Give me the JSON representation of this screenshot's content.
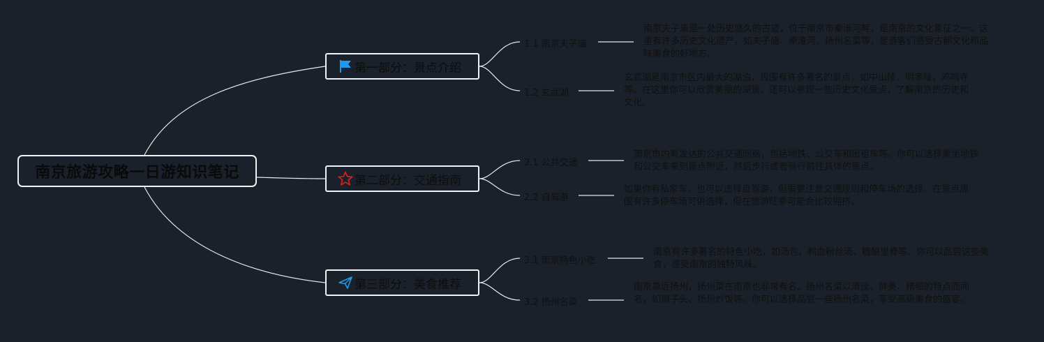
{
  "root": {
    "title": "南京旅游攻略一日游知识笔记"
  },
  "colors": {
    "background": "#1b212b",
    "lines": "#e8e8e8",
    "flag_icon": "#1e9bf0",
    "star_icon": "#e02020",
    "plane_icon": "#1e9bf0"
  },
  "branches": [
    {
      "label": "第一部分：景点介绍",
      "icon": "flag-icon",
      "items": [
        {
          "label": "1.1 南京夫子庙",
          "desc": "南京夫子庙是一处历史悠久的古迹，位于南京市秦淮河畔，是南京的文化象征之一。这里有许多历史文化遗产，如夫子庙、秦淮河、扬州名菜等，是游客们感受古都文化和品味美食的好地方。"
        },
        {
          "label": "1.2 玄武湖",
          "desc": "玄武湖是南京市区内最大的湖泊，周围有许多著名的景点，如中山陵、明孝陵、鸡鸣寺等。在这里你可以欣赏美丽的湖景，还可以参观一些历史文化景点，了解南京的历史和文化。"
        }
      ]
    },
    {
      "label": "第二部分：交通指南",
      "icon": "star-icon",
      "items": [
        {
          "label": "2.1 公共交通",
          "desc": "南京市内有发达的公共交通网络，包括地铁、公交车和出租车等。你可以选择乘坐地铁和公交车来到景点附近，然后步行或者骑行前往具体的景点。"
        },
        {
          "label": "2.2 自驾游",
          "desc": "如果你有私家车，也可以选择自驾游，但需要注意交通规则和停车场的选择。在景点周围有许多停车场可供选择，但在旅游旺季可能会比较拥挤。"
        }
      ]
    },
    {
      "label": "第三部分：美食推荐",
      "icon": "paper-plane-icon",
      "items": [
        {
          "label": "3.1 南京特色小吃",
          "desc": "南京有许多著名的特色小吃，如汤包、鸭血粉丝汤、糖醋里脊等。你可以品尝这些美食，感受南京的独特风味。"
        },
        {
          "label": "3.2 扬州名菜",
          "desc": "南京靠近扬州，扬州菜在南京也非常有名。扬州名菜以清淡、鲜美、精细的特点而闻名，如狮子头、扬州炒饭等。你可以选择品尝一些扬州名菜，享受高级美食的盛宴。"
        }
      ]
    }
  ]
}
